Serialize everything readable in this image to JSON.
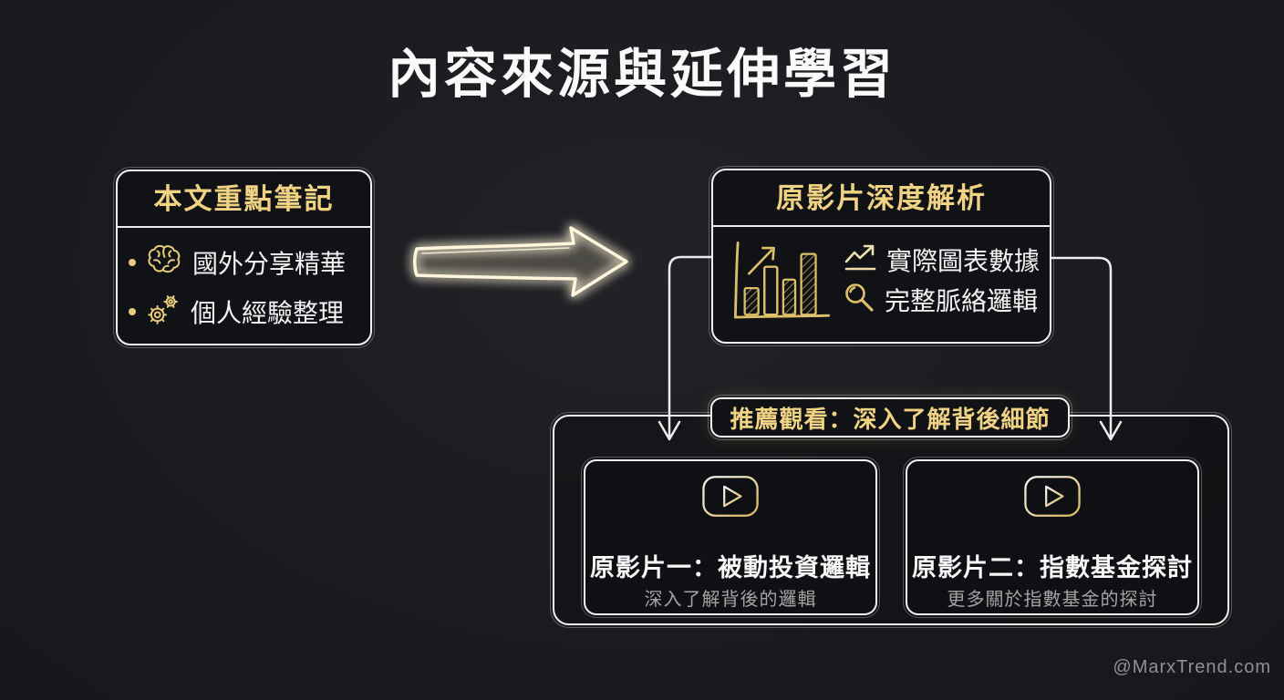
{
  "title": "內容來源與延伸學習",
  "watermark": "@MarxTrend.com",
  "colors": {
    "background": "#1a1b1f",
    "gold": "#f0d382",
    "stroke_white": "#f1f1f1",
    "muted_gray": "#a3a3a3"
  },
  "notes_box": {
    "title": "本文重點筆記",
    "items": [
      {
        "icon": "brain-icon",
        "label": "國外分享精華"
      },
      {
        "icon": "gears-icon",
        "label": "個人經驗整理"
      }
    ]
  },
  "analysis_box": {
    "title": "原影片深度解析",
    "icon": "bar-chart-icon",
    "items": [
      {
        "icon": "trending-up-icon",
        "label": "實際圖表數據"
      },
      {
        "icon": "magnifier-icon",
        "label": "完整脈絡邏輯"
      }
    ]
  },
  "recommendation": {
    "banner": "推薦觀看：深入了解背後細節",
    "videos": [
      {
        "icon": "play-button-icon",
        "title": "原影片一：被動投資邏輯",
        "subtitle": "深入了解背後的邏輯"
      },
      {
        "icon": "play-button-icon",
        "title": "原影片二：指數基金探討",
        "subtitle": "更多關於指數基金的探討"
      }
    ]
  }
}
